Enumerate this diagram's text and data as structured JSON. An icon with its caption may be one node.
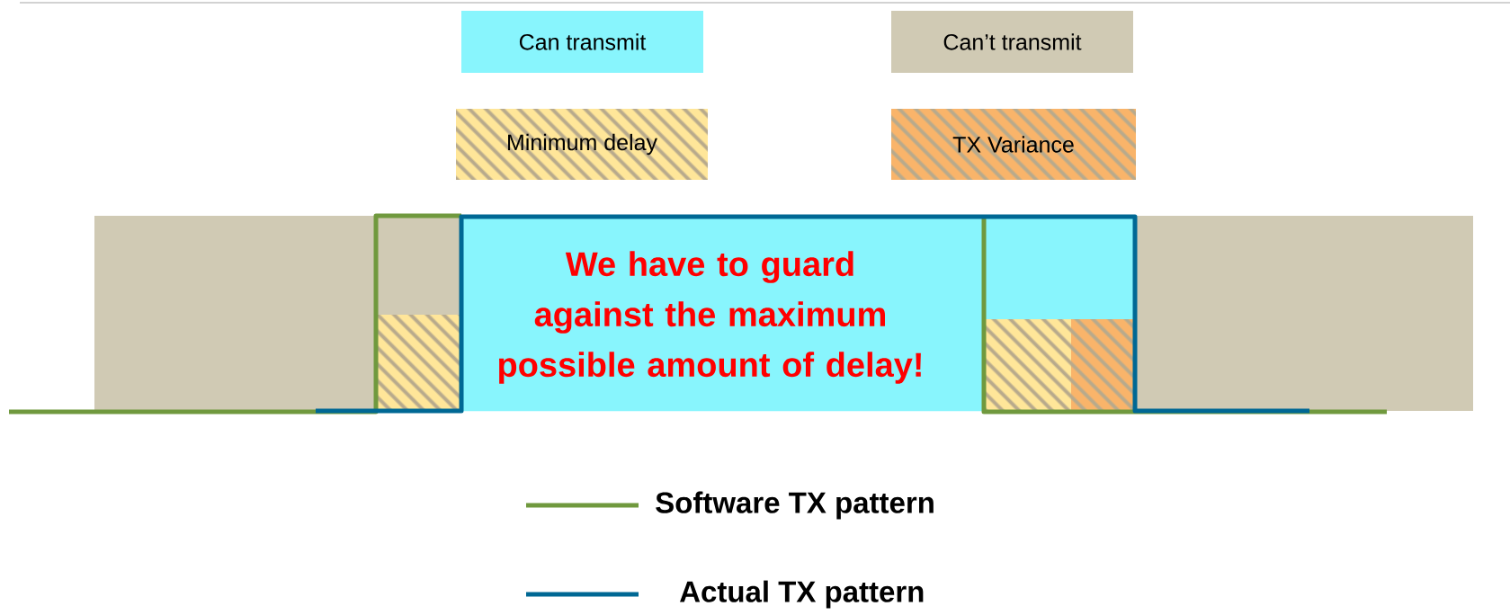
{
  "diagram": {
    "nodes": [
      {
        "text": [
          "We have to guard against the maximum possible amount of delay!"
        ]
      }
    ],
    "legend": [
      {
        "text": "Can transmit",
        "color": "#88f5fd"
      },
      {
        "text": "Can’t transmit",
        "color": "#d0cab4"
      },
      {
        "text": "Minimum delay",
        "color": "#ffe699"
      },
      {
        "text": "TX Variance",
        "color": "#f9b46a"
      },
      {
        "text": "Software TX pattern"
      },
      {
        "text": "Actual TX pattern"
      }
    ]
  }
}
